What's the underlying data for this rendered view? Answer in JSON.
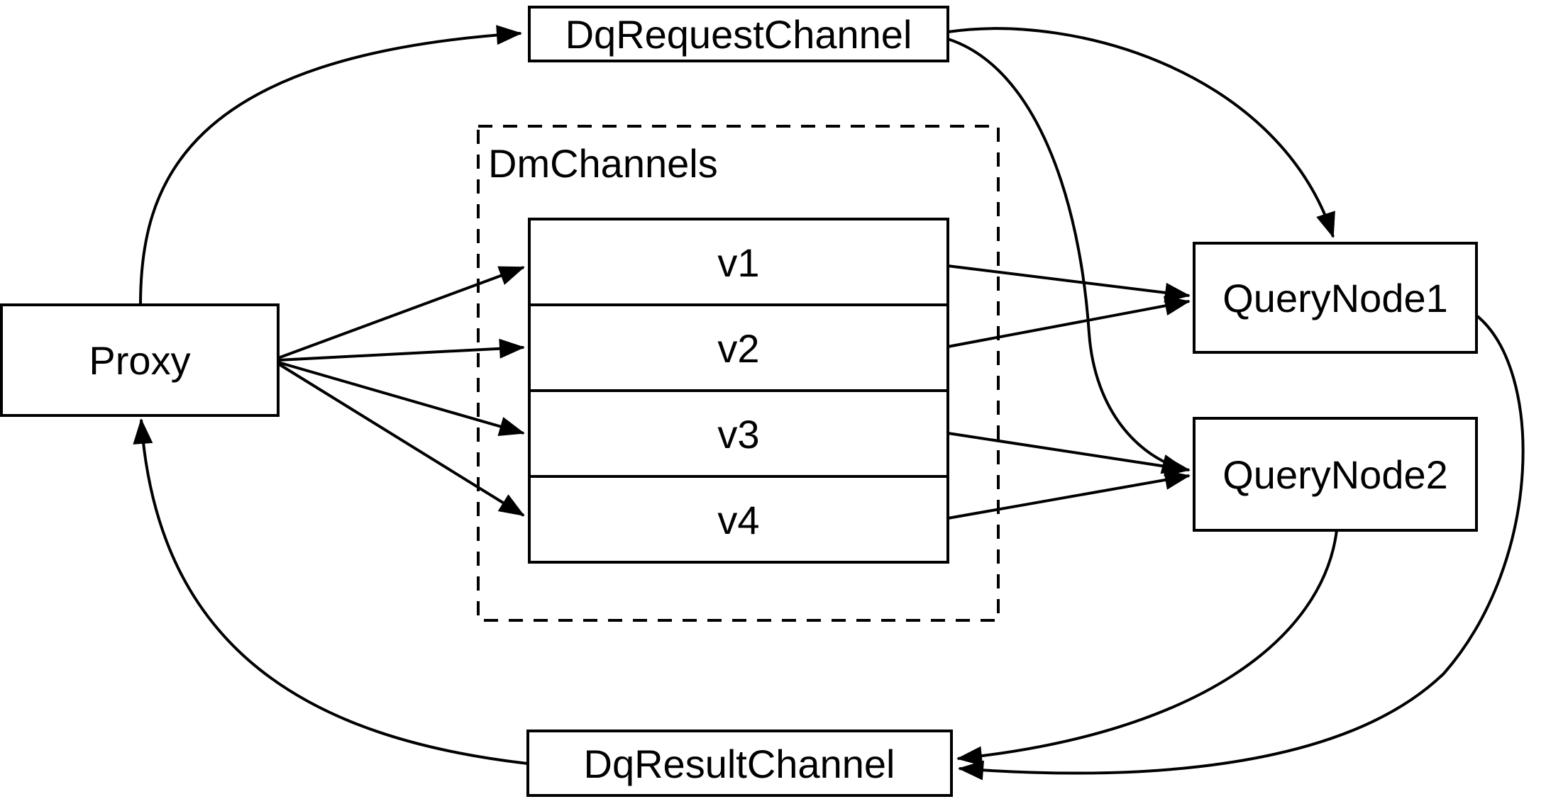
{
  "diagram": {
    "background_color": "#ffffff",
    "stroke_color": "#000000",
    "text_color": "#000000",
    "nodes": {
      "proxy": {
        "label": "Proxy"
      },
      "dq_request_channel": {
        "label": "DqRequestChannel"
      },
      "dm_channels": {
        "label": "DmChannels",
        "channels": [
          {
            "label": "v1"
          },
          {
            "label": "v2"
          },
          {
            "label": "v3"
          },
          {
            "label": "v4"
          }
        ]
      },
      "query_node_1": {
        "label": "QueryNode1"
      },
      "query_node_2": {
        "label": "QueryNode2"
      },
      "dq_result_channel": {
        "label": "DqResultChannel"
      }
    },
    "edges": [
      {
        "from": "Proxy",
        "to": "DqRequestChannel"
      },
      {
        "from": "Proxy",
        "to": "DmChannels.v1"
      },
      {
        "from": "Proxy",
        "to": "DmChannels.v2"
      },
      {
        "from": "Proxy",
        "to": "DmChannels.v3"
      },
      {
        "from": "Proxy",
        "to": "DmChannels.v4"
      },
      {
        "from": "DmChannels.v1",
        "to": "QueryNode1"
      },
      {
        "from": "DmChannels.v2",
        "to": "QueryNode1"
      },
      {
        "from": "DmChannels.v3",
        "to": "QueryNode2"
      },
      {
        "from": "DmChannels.v4",
        "to": "QueryNode2"
      },
      {
        "from": "DqRequestChannel",
        "to": "QueryNode1"
      },
      {
        "from": "DqRequestChannel",
        "to": "QueryNode2"
      },
      {
        "from": "QueryNode1",
        "to": "DqResultChannel"
      },
      {
        "from": "QueryNode2",
        "to": "DqResultChannel"
      },
      {
        "from": "DqResultChannel",
        "to": "Proxy"
      }
    ]
  }
}
